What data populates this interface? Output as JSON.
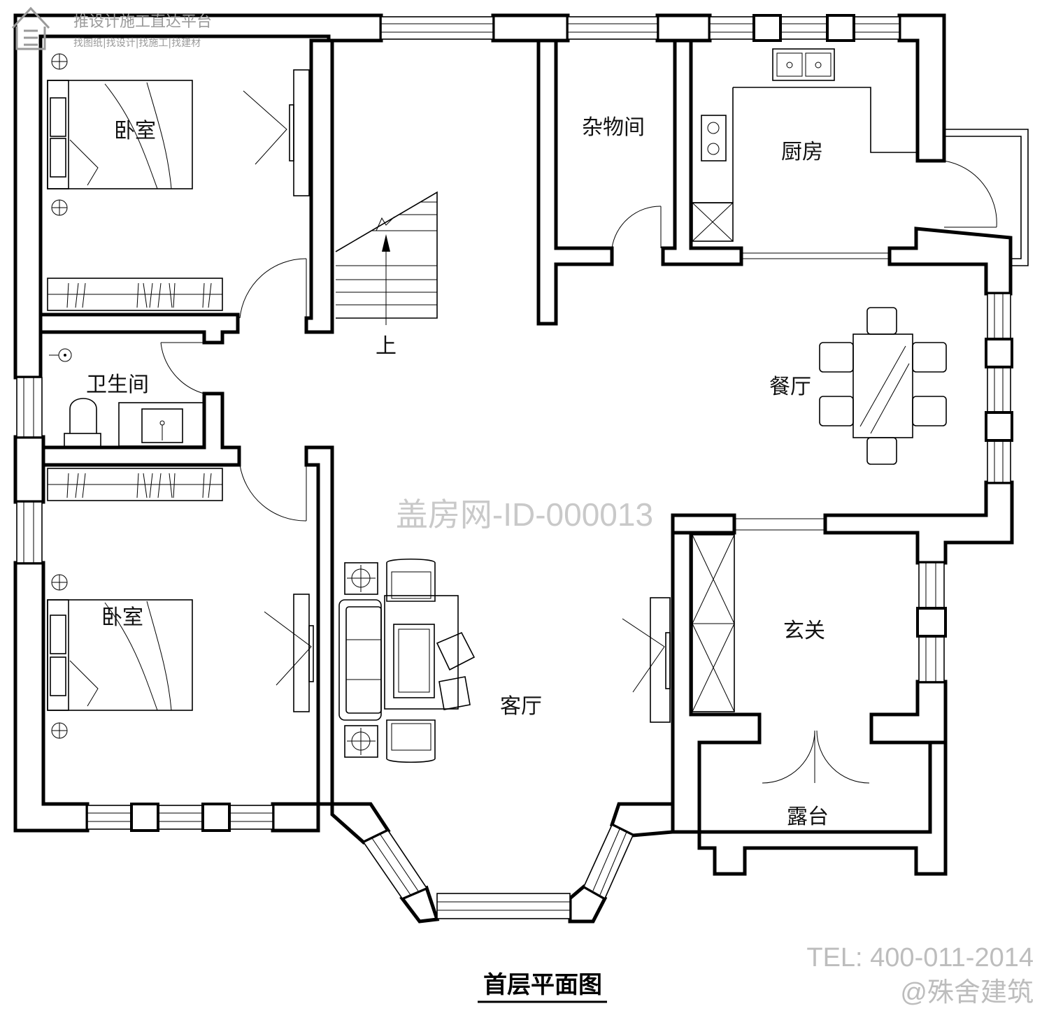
{
  "drawing_title": "首层平面图",
  "rooms": {
    "bedroom_top": "卧室",
    "bedroom_bottom": "卧室",
    "bathroom": "卫生间",
    "storage": "杂物间",
    "kitchen": "厨房",
    "dining": "餐厅",
    "living": "客厅",
    "foyer": "玄关",
    "terrace": "露台"
  },
  "stair_label": "上",
  "watermarks": {
    "logo_title": "推设计施工直达平台",
    "logo_subtitle": "找图纸|找设计|找施工|找建材",
    "center_id": "盖房网-ID-000013",
    "tel": "TEL: 400-011-2014",
    "brand": "@殊舍建筑"
  },
  "colors": {
    "line": "#000000",
    "watermark": "#c9c9c9",
    "background": "#ffffff"
  }
}
